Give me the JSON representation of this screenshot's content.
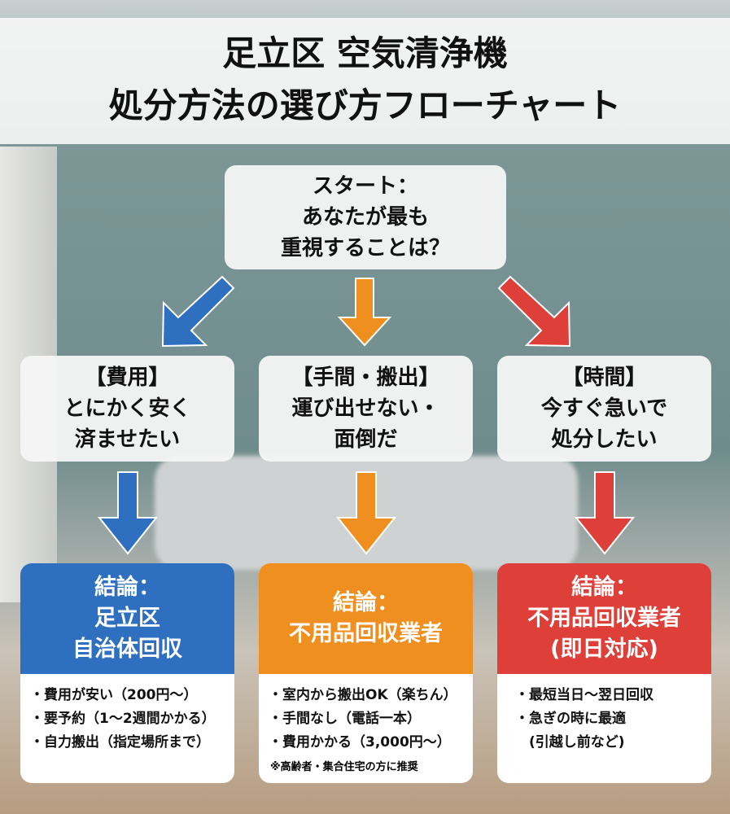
{
  "title": {
    "line1": "足立区 空気清浄機",
    "line2": "処分方法の選び方フローチャート"
  },
  "start": {
    "lines": [
      "スタート：",
      "あなたが最も",
      "重視することは？"
    ]
  },
  "colors": {
    "blue": "#2f6fbf",
    "orange": "#ef8f1f",
    "red": "#de3f38"
  },
  "choices": [
    {
      "lines": [
        "【費用】",
        "とにかく安く",
        "済ませたい"
      ]
    },
    {
      "lines": [
        "【手間・搬出】",
        "運び出せない・",
        "面倒だ"
      ]
    },
    {
      "lines": [
        "【時間】",
        "今すぐ急いで",
        "処分したい"
      ]
    }
  ],
  "results": [
    {
      "header": [
        "結論：",
        "足立区",
        "自治体回収"
      ],
      "items": [
        "・費用が安い（200円〜）",
        "・要予約（1〜2週間かかる）",
        "・自力搬出（指定場所まで）"
      ]
    },
    {
      "header": [
        "結論：",
        "不用品回収業者"
      ],
      "items": [
        "・室内から搬出OK（楽ちん）",
        "・手間なし（電話一本）",
        "・費用かかる（3,000円〜）"
      ],
      "note": "※高齢者・集合住宅の方に推奨"
    },
    {
      "header": [
        "結論：",
        "不用品回収業者",
        "(即日対応)"
      ],
      "items": [
        "・最短当日〜翌日回収",
        "・急ぎの時に最適",
        "　(引越し前など)"
      ]
    }
  ]
}
